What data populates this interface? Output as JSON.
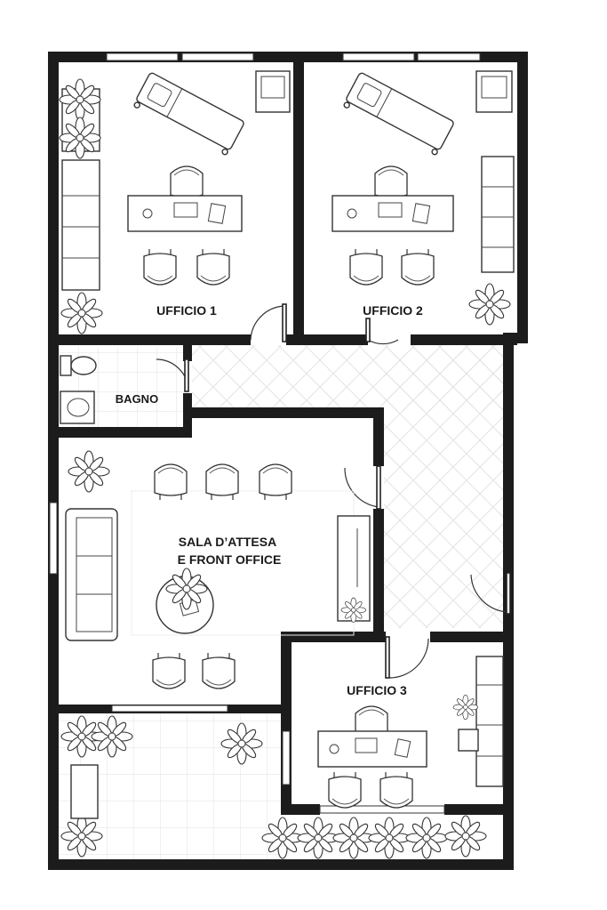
{
  "rooms": {
    "office1": "UFFICIO 1",
    "office2": "UFFICIO 2",
    "bathroom": "BAGNO",
    "waiting_line1": "SALA D’ATTESA",
    "waiting_line2": "E FRONT OFFICE",
    "office3": "UFFICIO 3"
  },
  "colors": {
    "wall": "#1c1c1c",
    "floor": "#ffffff",
    "tile": "#dcdcdc",
    "label": "#1a1a1a"
  },
  "icons": [
    "desk-icon",
    "chair-icon",
    "massage-bed-icon",
    "plant-icon",
    "sofa-icon",
    "toilet-icon",
    "sink-icon",
    "shelf-icon",
    "door-icon",
    "window-icon"
  ]
}
